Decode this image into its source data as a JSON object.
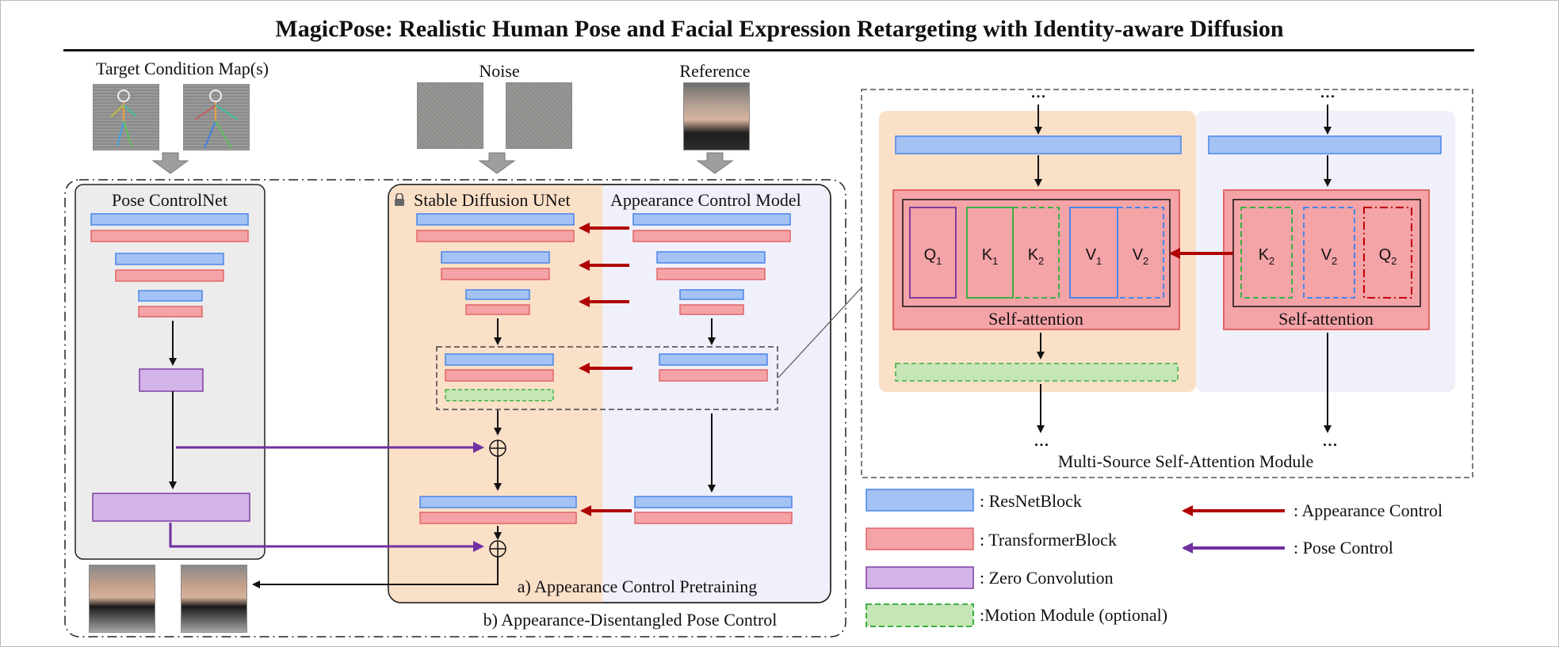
{
  "title": "MagicPose: Realistic Human Pose and Facial Expression Retargeting with Identity-aware Diffusion",
  "inputs": {
    "target_condition": "Target Condition Map(s)",
    "noise": "Noise",
    "reference": "Reference"
  },
  "panels": {
    "pose_controlnet": "Pose ControlNet",
    "stable_diffusion_unet": "Stable Diffusion UNet",
    "appearance_control_model": "Appearance Control Model",
    "caption_a": "a) Appearance Control Pretraining",
    "caption_b": "b) Appearance-Disentangled Pose Control"
  },
  "attention_module": {
    "caption": "Multi-Source Self-Attention Module",
    "self_attention_label": "Self-attention",
    "ellipsis": "...",
    "left_tokens": [
      {
        "main": "Q",
        "sub": "1"
      },
      {
        "main": "K",
        "sub": "1"
      },
      {
        "main": "K",
        "sub": "2"
      },
      {
        "main": "V",
        "sub": "1"
      },
      {
        "main": "V",
        "sub": "2"
      }
    ],
    "right_tokens": [
      {
        "main": "K",
        "sub": "2"
      },
      {
        "main": "V",
        "sub": "2"
      },
      {
        "main": "Q",
        "sub": "2"
      }
    ]
  },
  "legend": {
    "resnet": ": ResNetBlock",
    "transformer": ": TransformerBlock",
    "zero_conv": ": Zero Convolution",
    "motion": ":Motion Module (optional)",
    "appearance_control": ": Appearance Control",
    "pose_control": ": Pose Control"
  },
  "colors": {
    "resnet_fill": "#a4c2f4",
    "resnet_stroke": "#4a86e8",
    "transformer_fill": "#f4a3a7",
    "transformer_stroke": "#e06666",
    "zero_conv_fill": "#d2b4e8",
    "zero_conv_stroke": "#7e3fa0",
    "motion_fill": "#c6e6b8",
    "motion_stroke": "#3cb043",
    "appearance_arrow": "#b00000",
    "pose_arrow": "#7030a0",
    "unet_bg": "#fbe0c8",
    "appearance_bg": "#f0f0fa",
    "controlnet_bg": "#ececec"
  }
}
